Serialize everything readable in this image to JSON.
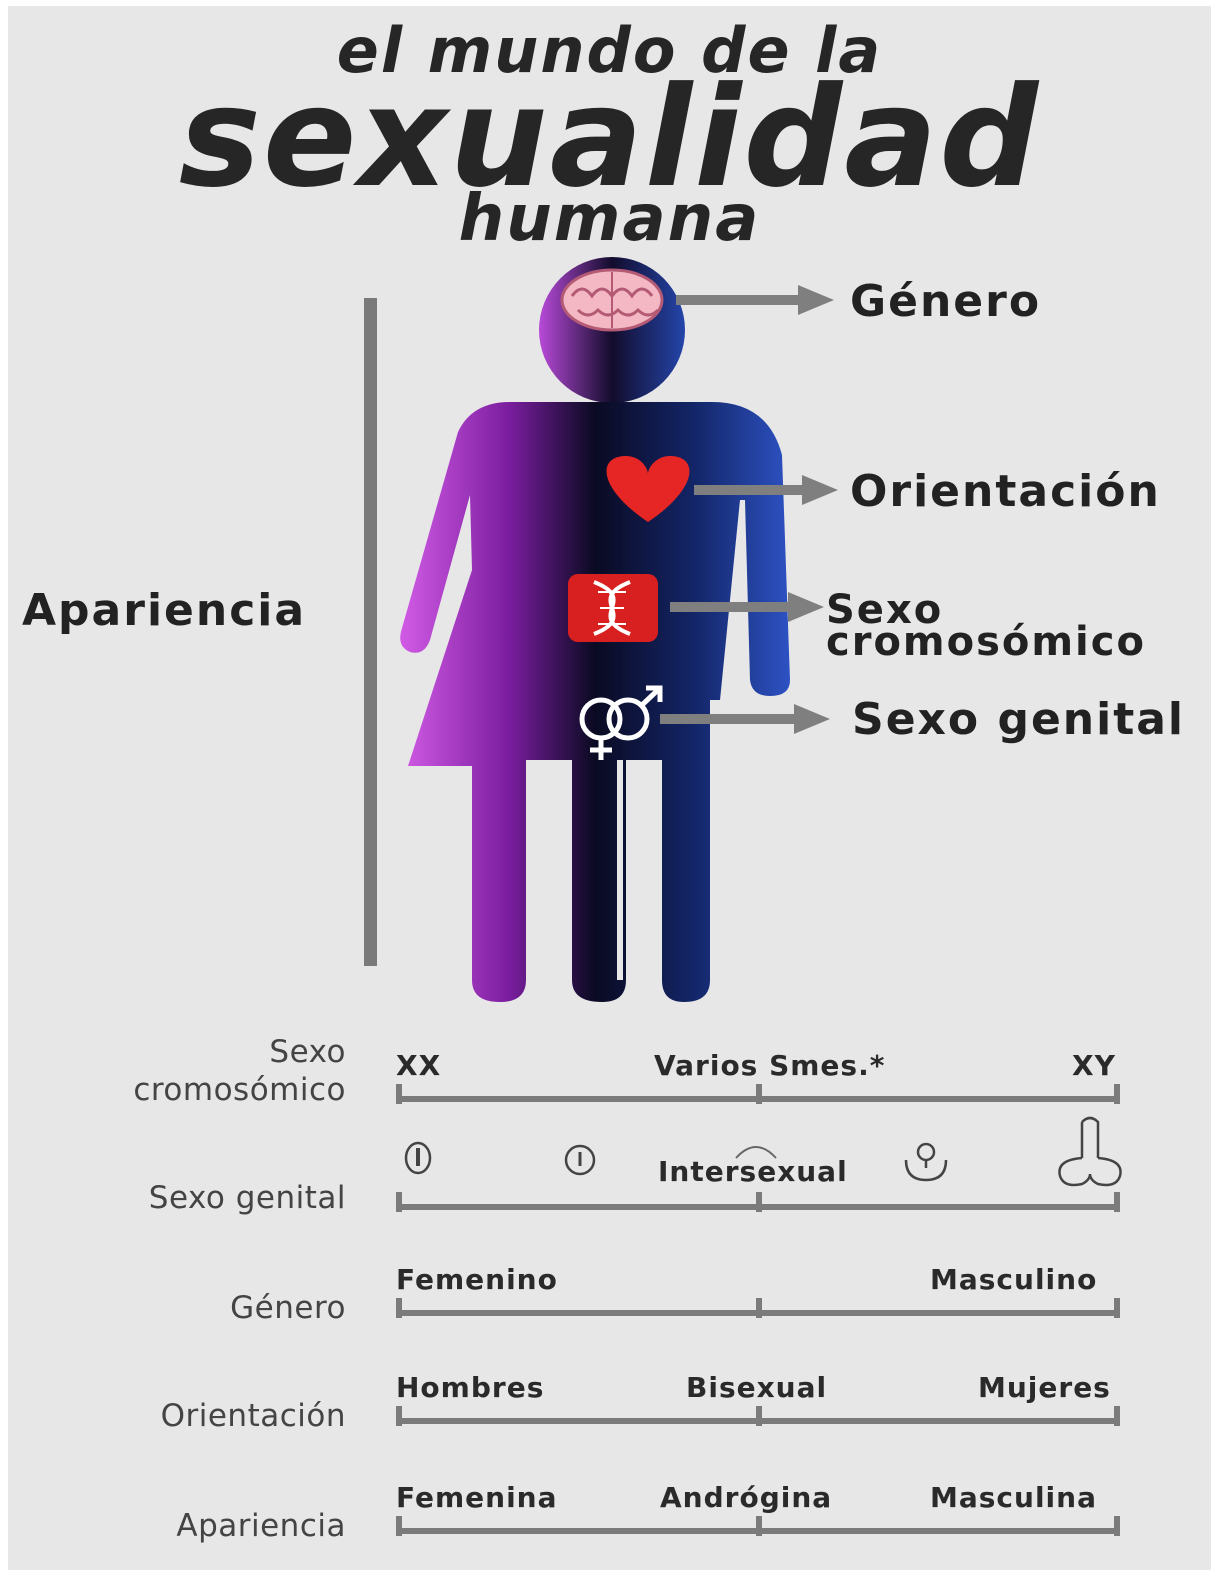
{
  "title": {
    "line1": "el mundo de la",
    "line2": "sexualidad",
    "line3": "humana"
  },
  "side_label": "Apariencia",
  "callouts": {
    "genero": "Género",
    "orientacion": "Orientación",
    "cromosomico_1": "Sexo",
    "cromosomico_2": "cromosómico",
    "genital": "Sexo genital"
  },
  "scales": [
    {
      "label_1": "Sexo",
      "label_2": "cromosómico",
      "left": "XX",
      "middle": "Varios Smes.*",
      "right": "XY"
    },
    {
      "label_1": "Sexo genital",
      "middle": "Intersexual"
    },
    {
      "label_1": "Género",
      "left": "Femenino",
      "right": "Masculino"
    },
    {
      "label_1": "Orientación",
      "left": "Hombres",
      "middle": "Bisexual",
      "right": "Mujeres"
    },
    {
      "label_1": "Apariencia",
      "left": "Femenina",
      "middle": "Andrógina",
      "right": "Masculina"
    }
  ],
  "icons": [
    "brain-icon",
    "heart-icon",
    "dna-icon",
    "gender-symbols-icon"
  ],
  "colors": {
    "magenta": "#c04fd6",
    "navy": "#0d1a4a",
    "blue": "#2a4fb5",
    "red": "#e32222"
  }
}
